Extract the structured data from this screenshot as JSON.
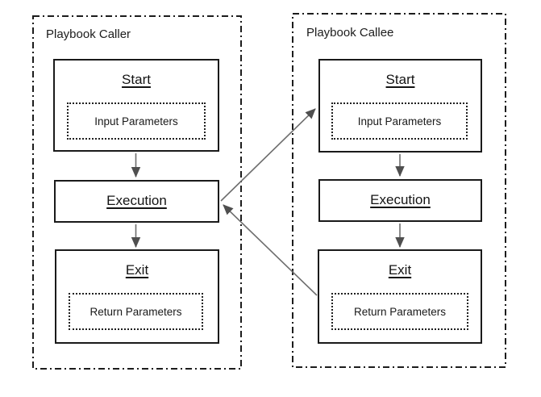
{
  "colors": {
    "background": "#ffffff",
    "box_border": "#1a1a1a",
    "container_border": "#1c1c1c",
    "dotted_border": "#1f1f1f",
    "arrow_line": "#6e6e6e",
    "arrow_head": "#4f4f4f",
    "text": "#141414"
  },
  "caller": {
    "title": "Playbook Caller",
    "start": {
      "label": "Start",
      "param_label": "Input Parameters"
    },
    "execution": {
      "label": "Execution"
    },
    "exit": {
      "label": "Exit",
      "param_label": "Return Parameters"
    }
  },
  "callee": {
    "title": "Playbook Callee",
    "start": {
      "label": "Start",
      "param_label": "Input Parameters"
    },
    "execution": {
      "label": "Execution"
    },
    "exit": {
      "label": "Exit",
      "param_label": "Return Parameters"
    }
  },
  "edges": [
    {
      "from": "caller.start",
      "to": "caller.execution"
    },
    {
      "from": "caller.execution",
      "to": "caller.exit"
    },
    {
      "from": "callee.start",
      "to": "callee.execution"
    },
    {
      "from": "callee.execution",
      "to": "callee.exit"
    },
    {
      "from": "caller.execution",
      "to": "callee.start"
    },
    {
      "from": "callee.exit",
      "to": "caller.execution"
    }
  ]
}
